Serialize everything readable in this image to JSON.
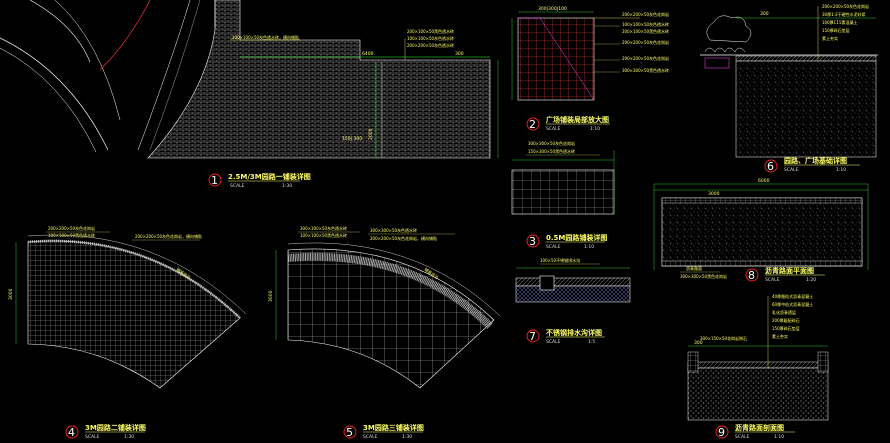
{
  "colors": {
    "background": "#000000",
    "paving": "#b8b8b8",
    "annotation": "#ffff66",
    "dimension": "#33ff33",
    "outline": "#ffffff",
    "curb_red": "#ff3333",
    "marker_red": "#ff2222",
    "detail_magenta": "#ff44ff"
  },
  "details": [
    {
      "number": "1",
      "title": "2.5M/3M园路一铺装详图",
      "scale_label": "SCALE",
      "scale": "1:30"
    },
    {
      "number": "2",
      "title": "广场铺装局部放大图",
      "scale_label": "SCALE",
      "scale": "1:10"
    },
    {
      "number": "3",
      "title": "0.5M园路铺装详图",
      "scale_label": "SCALE",
      "scale": "1:10"
    },
    {
      "number": "4",
      "title": "3M园路二铺装详图",
      "scale_label": "SCALE",
      "scale": "1:30"
    },
    {
      "number": "5",
      "title": "3M园路三铺装详图",
      "scale_label": "SCALE",
      "scale": "1:30"
    },
    {
      "number": "6",
      "title": "园路、广场基础详图",
      "scale_label": "SCALE",
      "scale": "1:10"
    },
    {
      "number": "7",
      "title": "不锈钢排水沟详图",
      "scale_label": "SCALE",
      "scale": "1:5"
    },
    {
      "number": "8",
      "title": "沥青路面平面图",
      "scale_label": "SCALE",
      "scale": "1:20"
    },
    {
      "number": "9",
      "title": "沥青路面剖面图",
      "scale_label": "SCALE",
      "scale": "1:10"
    }
  ],
  "dimensions": {
    "d1_top": "6400",
    "d1_right": "300",
    "d1_side": "2000",
    "d1_inner": "150|.300",
    "d2_top": "300|300|100",
    "d4_side": "3000",
    "d5_side": "3000",
    "d6_top": "300",
    "d8_top": "6000",
    "d8_sub": "3000",
    "d9_top": "300"
  },
  "notes": {
    "d1_a": "200×100×50灰色透水砖，横向铺贴",
    "d1_b": "200×100×50黑色透水砖",
    "d1_c": "100×100×50灰色透水砖",
    "d1_d": "200×200×50灰色透水砖",
    "d2_a": "200×200×50灰色花岗岩",
    "d2_b": "100×100×50灰色透水砖",
    "d2_c": "200×100×50黑色透水砖",
    "d2_d": "200×200×50灰色花岗岩",
    "d2_e": "200×200×50灰色花岗岩",
    "d2_f": "300×300×50黑色透水砖",
    "d3_a": "300×300×50灰色花岗岩",
    "d3_b": "150×300×50黑色透水砖",
    "d4_a": "200×200×50灰色花岗岩",
    "d4_b": "100×100×50黑色透水砖",
    "d4_c": "200×200×50灰色花岗岩，横向铺贴",
    "d4_d": "铺装收边",
    "d5_a": "300×300×50灰色透水砖",
    "d5_b": "100×100×50黑色透水砖",
    "d5_c": "300×300×50灰色透水砖",
    "d5_d": "200×200×50灰色花岗岩，横向铺贴",
    "d5_e": "铺装收边",
    "d6_a": "200×200×50灰色花岗岩",
    "d6_b": "30厚1:3干硬性水泥砂浆",
    "d6_c": "100厚C15素混凝土",
    "d6_d": "150厚碎石垫层",
    "d6_e": "素土夯实",
    "d7_a": "100×50不锈钢排水沟",
    "d8_a": "沥青路面",
    "d8_b": "300×300×50黑色花岗岩",
    "d9_a": "300×150×50花岗岩侧石",
    "d9_b": "40厚细粒式沥青混凝土",
    "d9_c": "60厚中粒式沥青混凝土",
    "d9_d": "乳化沥青透层",
    "d9_e": "200厚级配碎石",
    "d9_f": "150厚碎石垫层",
    "d9_g": "素土夯实"
  }
}
